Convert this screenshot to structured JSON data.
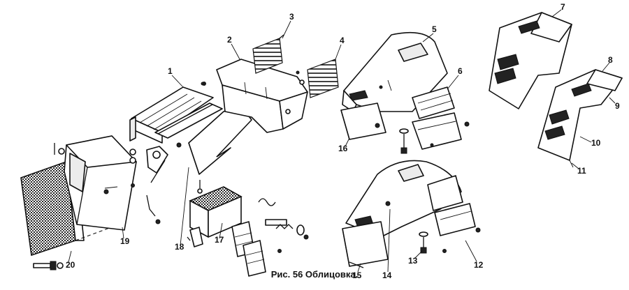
{
  "caption": "Рис. 56 Облицовка.",
  "callouts": {
    "p1": "1",
    "p2": "2",
    "p3": "3",
    "p4": "4",
    "p5": "5",
    "p6": "6",
    "p7": "7",
    "p8": "8",
    "p9": "9",
    "p10": "10",
    "p11": "11",
    "p12": "12",
    "p13": "13",
    "p14": "14",
    "p15": "15",
    "p16": "16",
    "p17": "17",
    "p18": "18",
    "p19": "19",
    "p20": "20"
  },
  "icons": {
    "nameplate": "tag-icon",
    "radiator_grille": "grille-icon"
  }
}
